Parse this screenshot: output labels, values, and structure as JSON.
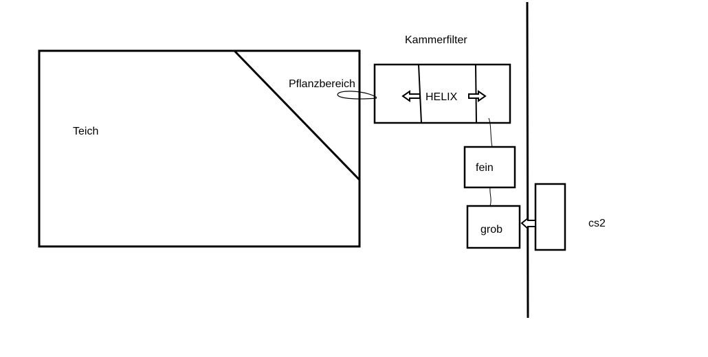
{
  "diagram": {
    "labels": {
      "teich": "Teich",
      "pflanzbereich": "Pflanzbereich",
      "kammerfilter": "Kammerfilter",
      "helix": "HELIX",
      "fein": "fein",
      "grob": "grob",
      "cs2": "cs2"
    },
    "colors": {
      "stroke": "#000000",
      "background": "#ffffff"
    }
  }
}
